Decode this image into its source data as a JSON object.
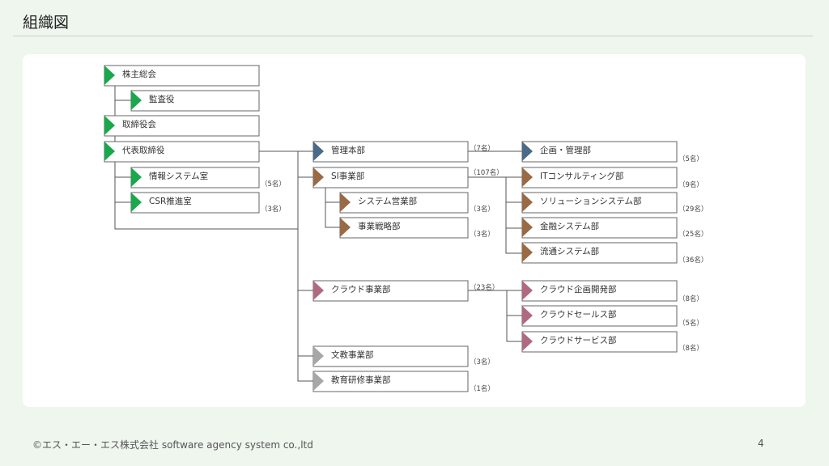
{
  "slide": {
    "title": "組織図",
    "footer": "©エス・エー・エス株式会社 software agency system co.,ltd",
    "page_number": "4"
  },
  "colors": {
    "background": "#eef6ee",
    "panel": "#ffffff",
    "line": "#555555",
    "box_border": "#666666",
    "green": "#1aa84c",
    "blue": "#4a6a88",
    "brown": "#9a6a45",
    "pink": "#b06a80",
    "gray": "#a7a7a7"
  },
  "org": {
    "governance": [
      {
        "id": "shareholders",
        "label": "株主総会",
        "color": "green"
      },
      {
        "id": "auditor",
        "label": "監査役",
        "color": "green"
      },
      {
        "id": "board",
        "label": "取締役会",
        "color": "green"
      },
      {
        "id": "ceo",
        "label": "代表取締役",
        "color": "green"
      }
    ],
    "ceo_units": [
      {
        "id": "info-systems",
        "label": "情報システム室",
        "count": "（5名）",
        "color": "green"
      },
      {
        "id": "csr",
        "label": "CSR推進室",
        "count": "（3名）",
        "color": "green"
      }
    ],
    "divisions": [
      {
        "id": "admin-hq",
        "label": "管理本部",
        "count": "（7名）",
        "color": "blue"
      },
      {
        "id": "si-div",
        "label": "SI事業部",
        "count": "（107名）",
        "color": "brown"
      },
      {
        "id": "cloud-div",
        "label": "クラウド事業部",
        "count": "（23名）",
        "color": "pink"
      },
      {
        "id": "edu-div",
        "label": "文教事業部",
        "count": "（3名）",
        "color": "gray"
      },
      {
        "id": "training-div",
        "label": "教育研修事業部",
        "count": "（1名）",
        "color": "gray"
      }
    ],
    "si_sub": [
      {
        "id": "system-sales",
        "label": "システム営業部",
        "count": "（3名）",
        "color": "brown"
      },
      {
        "id": "strategy",
        "label": "事業戦略部",
        "count": "（3名）",
        "color": "brown"
      }
    ],
    "admin_depts": [
      {
        "id": "planning-admin",
        "label": "企画・管理部",
        "count": "（5名）",
        "color": "blue"
      }
    ],
    "si_depts": [
      {
        "id": "it-consulting",
        "label": "ITコンサルティング部",
        "count": "（9名）",
        "color": "brown"
      },
      {
        "id": "solution-systems",
        "label": "ソリューションシステム部",
        "count": "（29名）",
        "color": "brown"
      },
      {
        "id": "finance-systems",
        "label": "金融システム部",
        "count": "（25名）",
        "color": "brown"
      },
      {
        "id": "distribution-systems",
        "label": "流通システム部",
        "count": "（36名）",
        "color": "brown"
      }
    ],
    "cloud_depts": [
      {
        "id": "cloud-planning",
        "label": "クラウド企画開発部",
        "count": "（8名）",
        "color": "pink"
      },
      {
        "id": "cloud-sales",
        "label": "クラウドセールス部",
        "count": "（5名）",
        "color": "pink"
      },
      {
        "id": "cloud-service",
        "label": "クラウドサービス部",
        "count": "（8名）",
        "color": "pink"
      }
    ]
  }
}
